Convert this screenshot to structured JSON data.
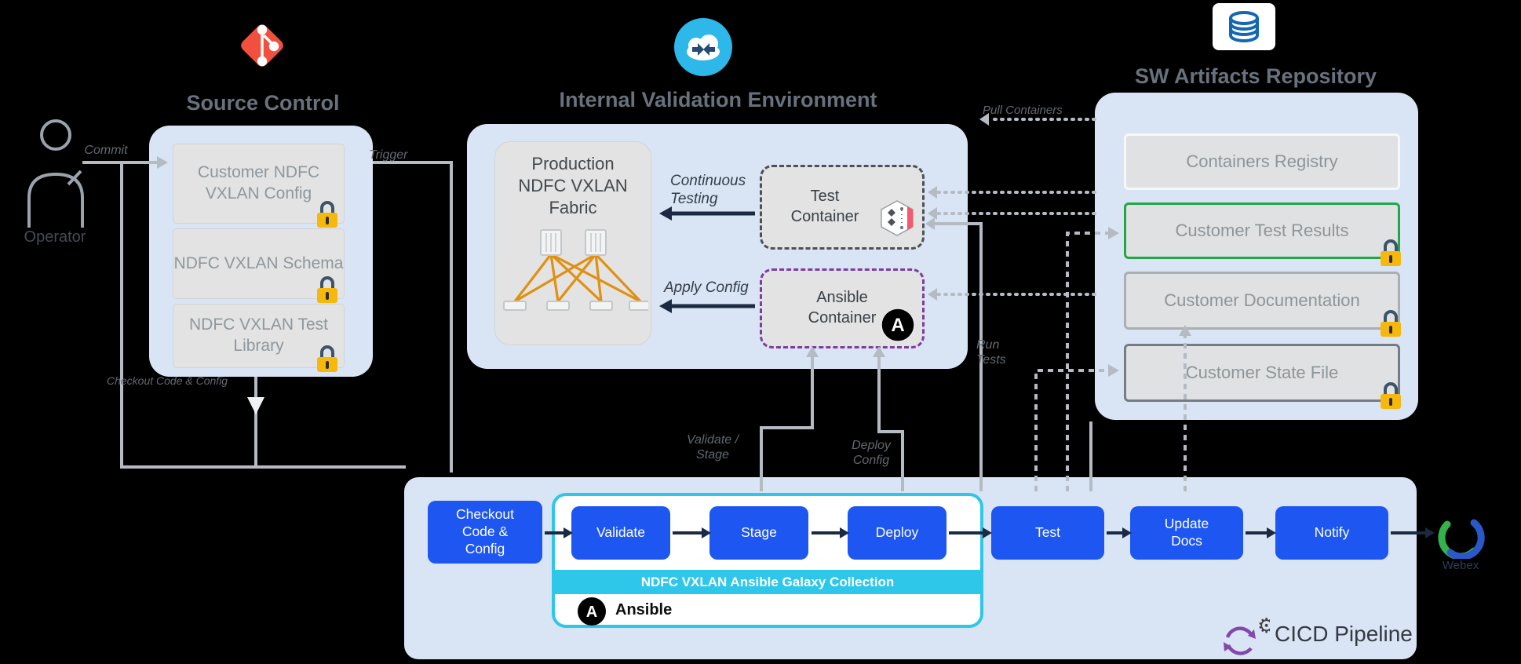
{
  "operator": {
    "label": "Operator"
  },
  "source_control": {
    "title": "Source Control",
    "items": [
      {
        "label": "Customer NDFC VXLAN Config",
        "locked": true
      },
      {
        "label": "NDFC VXLAN Schema",
        "locked": true
      },
      {
        "label": "NDFC VXLAN Test Library",
        "locked": true
      }
    ]
  },
  "validation_env": {
    "title": "Internal Validation Environment",
    "fabric_label": "Production NDFC VXLAN Fabric",
    "test_container_label": "Test Container",
    "ansible_container_label": "Ansible Container"
  },
  "artifacts_repo": {
    "title": "SW Artifacts Repository",
    "items": [
      {
        "label": "Containers Registry",
        "border": "white",
        "locked": false
      },
      {
        "label": "Customer Test Results",
        "border": "green",
        "locked": true
      },
      {
        "label": "Customer Documentation",
        "border": "gray",
        "locked": true
      },
      {
        "label": "Customer State File",
        "border": "darkgray",
        "locked": true
      }
    ]
  },
  "pipeline": {
    "title": "CICD Pipeline",
    "stages": [
      "Checkout Code & Config",
      "Validate",
      "Stage",
      "Deploy",
      "Test",
      "Update Docs",
      "Notify"
    ],
    "galaxy_banner": "NDFC VXLAN Ansible Galaxy Collection",
    "ansible_label": "Ansible",
    "webex_label": "Webex"
  },
  "connector_labels": {
    "commit": "Commit",
    "trigger": "Trigger",
    "checkout": "Checkout Code & Config",
    "continuous_testing": "Continuous\nTesting",
    "apply_config": "Apply Config",
    "validate_stage": "Validate /\nStage",
    "deploy_config": "Deploy\nConfig",
    "run_tests": "Run\nTests",
    "pull_containers": "Pull Containers"
  },
  "colors": {
    "pipeline_blue": "#1d56f0",
    "cyan_accent": "#2fc7e9",
    "green_border": "#22a746",
    "purple_dashed": "#7b3da2",
    "dark_dashed": "#4a5158",
    "git_orange": "#f0503d",
    "lock_yellow": "#f6b80d",
    "navy_arrow": "#1b2942",
    "panel_blue": "#d9e5f5"
  },
  "icons": [
    "git-icon",
    "operator-icon",
    "cloud-icon",
    "database-icon",
    "lock-icon",
    "test-hexagon-icon",
    "ansible-logo-icon",
    "fabric-topology-icon",
    "cicd-icon",
    "webex-icon"
  ]
}
